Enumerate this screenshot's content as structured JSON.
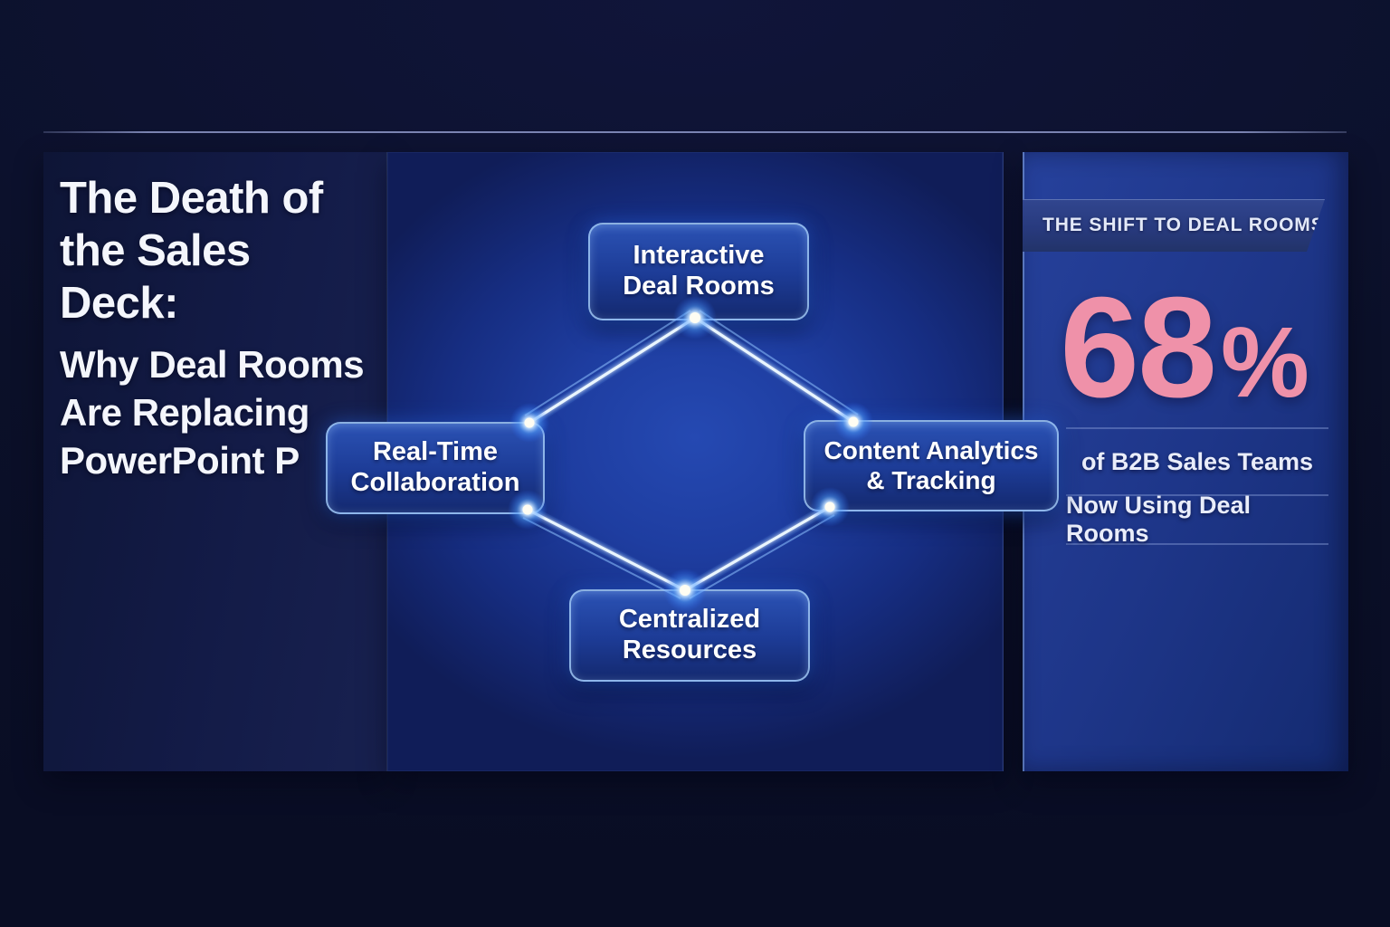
{
  "page": {
    "title_lines": [
      "The Death of",
      "the Sales Deck:"
    ],
    "subtitle_lines": [
      "Why Deal Rooms",
      "Are Replacing",
      "PowerPoint P"
    ]
  },
  "diagram": {
    "nodes": {
      "top": {
        "line1": "Interactive",
        "line2": "Deal Rooms"
      },
      "left": {
        "line1": "Real-Time",
        "line2": "Collaboration"
      },
      "right": {
        "line1": "Content Analytics",
        "line2": "& Tracking"
      },
      "bottom": {
        "line1": "Centralized",
        "line2": "Resources"
      }
    }
  },
  "stat_panel": {
    "header": "THE SHIFT TO DEAL ROOMS",
    "value": "68",
    "unit": "%",
    "caption1": "of B2B Sales Teams",
    "caption2": "Now Using Deal Rooms"
  },
  "colors": {
    "background": "#0b1029",
    "panel_blue": "#1e3da0",
    "accent_pink": "#ef91a9",
    "glow_blue": "#7cc0ff"
  }
}
